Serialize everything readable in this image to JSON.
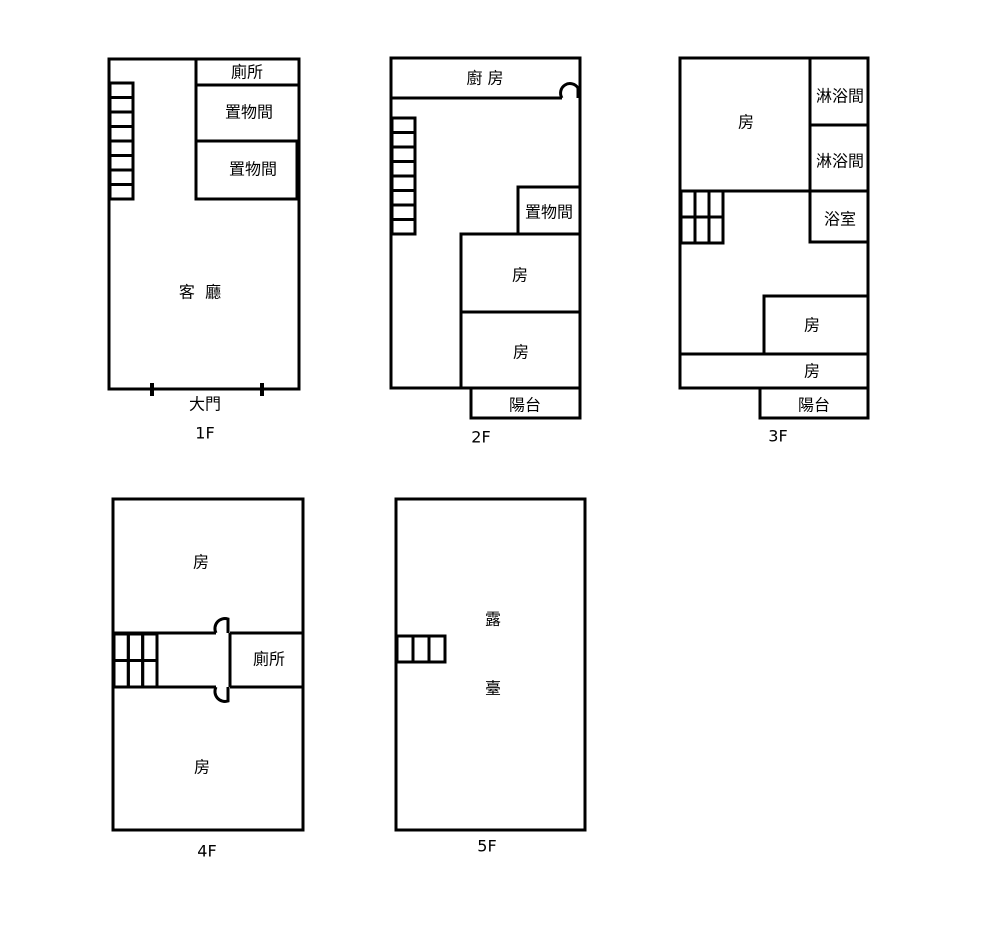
{
  "floors": {
    "f1": {
      "label": "1F",
      "living": "客  廳",
      "toilet": "廁所",
      "storage1": "置物間",
      "storage2": "置物間",
      "door": "大門"
    },
    "f2": {
      "label": "2F",
      "kitchen": "廚 房",
      "storage": "置物間",
      "room1": "房",
      "room2": "房",
      "balcony": "陽台"
    },
    "f3": {
      "label": "3F",
      "room_main": "房",
      "shower1": "淋浴間",
      "shower2": "淋浴間",
      "bath": "浴室",
      "room2": "房",
      "room3": "房",
      "balcony": "陽台"
    },
    "f4": {
      "label": "4F",
      "room_top": "房",
      "room_bottom": "房",
      "toilet": "廁所"
    },
    "f5": {
      "label": "5F",
      "terrace_1": "露",
      "terrace_2": "臺"
    }
  }
}
